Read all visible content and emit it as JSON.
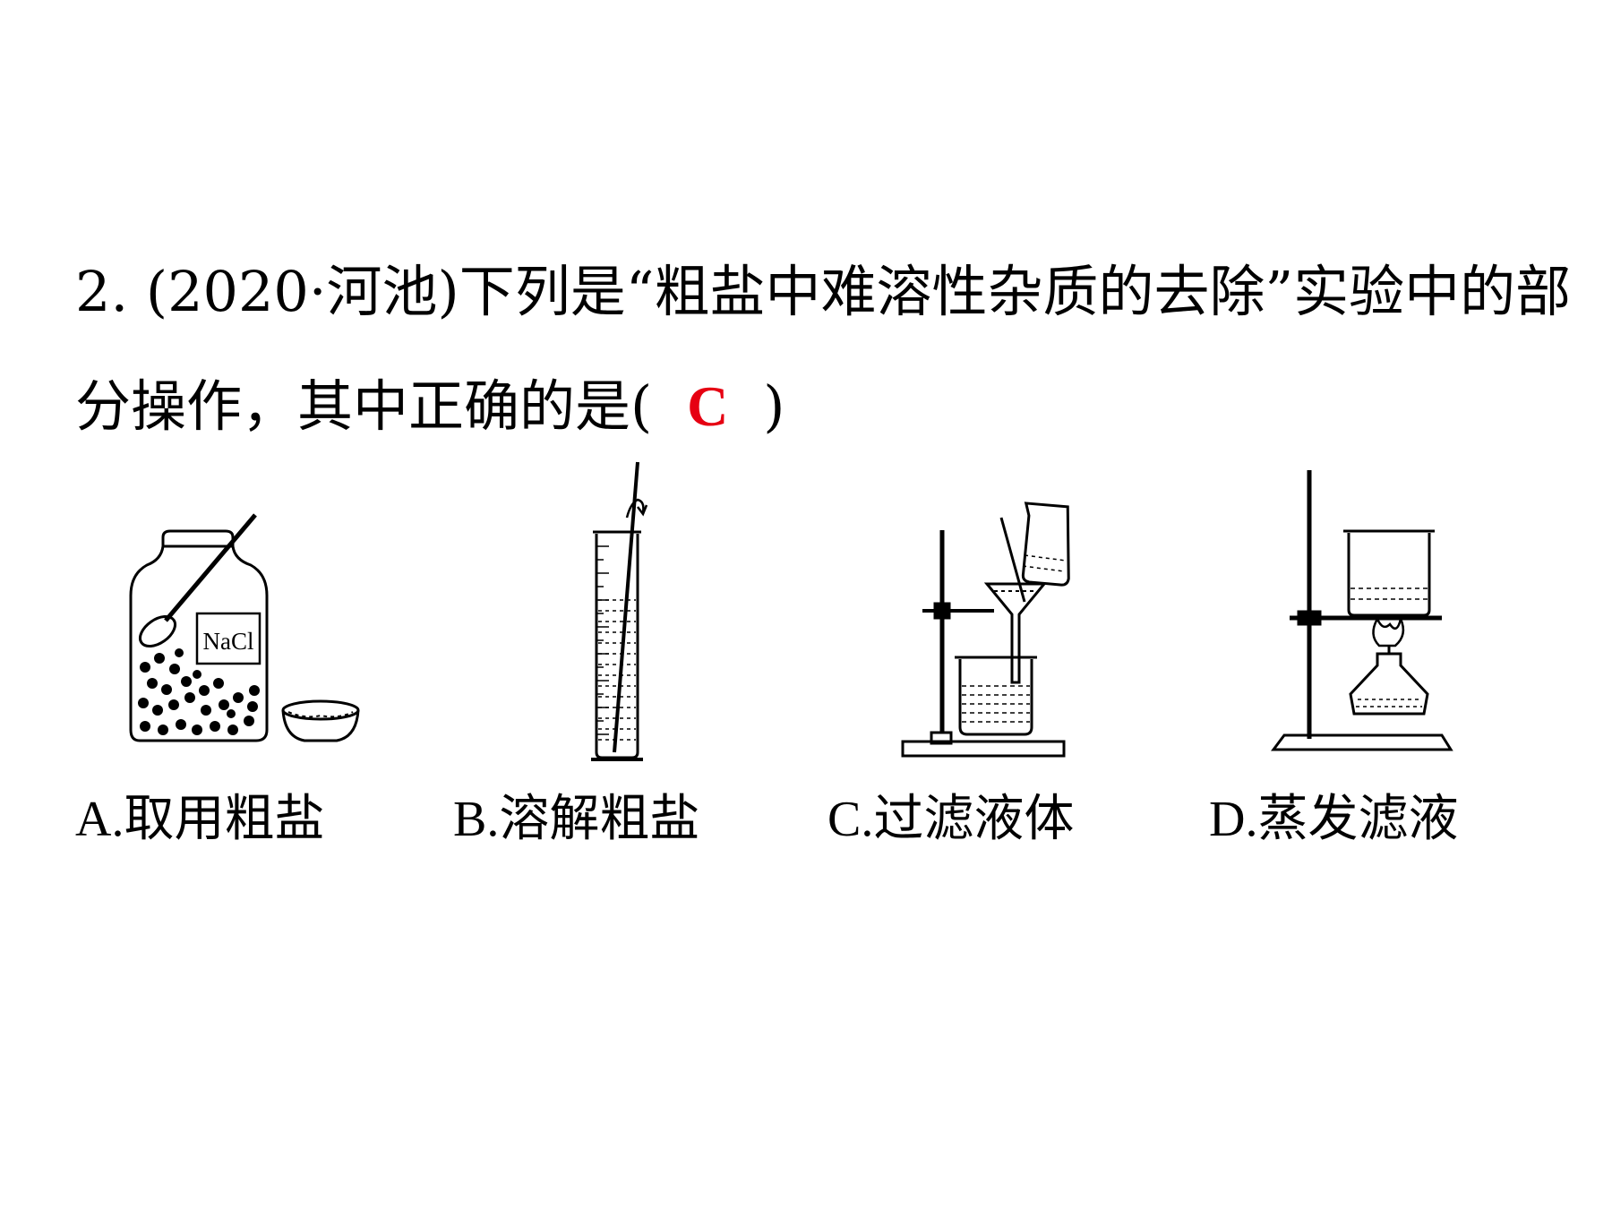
{
  "question": {
    "number": "2.",
    "source": "(2020·河池)",
    "stem_part1": "下列是“粗盐中难溶性杂质的去除”实验中的部分操作，其中正确的是(",
    "answer": "C",
    "stem_close": ")"
  },
  "options": [
    {
      "letter": "A.",
      "text": "取用粗盐",
      "jar_label": "NaCl"
    },
    {
      "letter": "B.",
      "text": "溶解粗盐"
    },
    {
      "letter": "C.",
      "text": "过滤液体"
    },
    {
      "letter": "D.",
      "text": "蒸发滤液"
    }
  ],
  "colors": {
    "answer": "#e60012",
    "ink": "#000000"
  }
}
